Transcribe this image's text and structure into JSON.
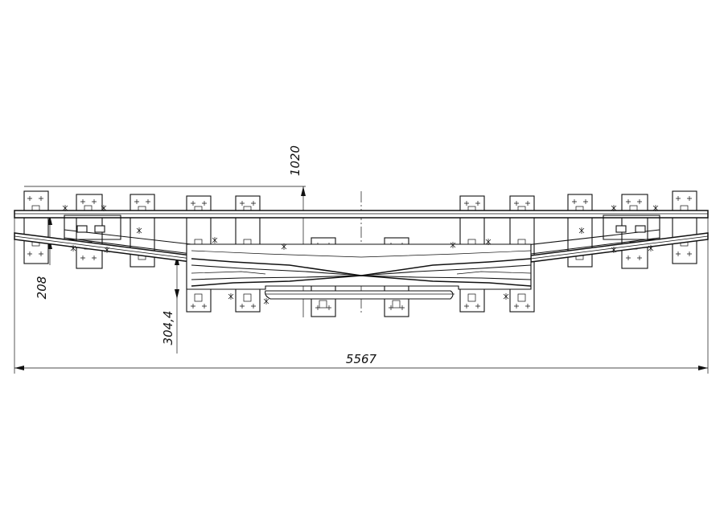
{
  "drawing": {
    "dimensions": {
      "overall_length": "5567",
      "gauge_height": "1020",
      "left_offset": "208",
      "center_offset": "304,4"
    },
    "tie_glyph": "+",
    "bolt_glyph": "*"
  }
}
